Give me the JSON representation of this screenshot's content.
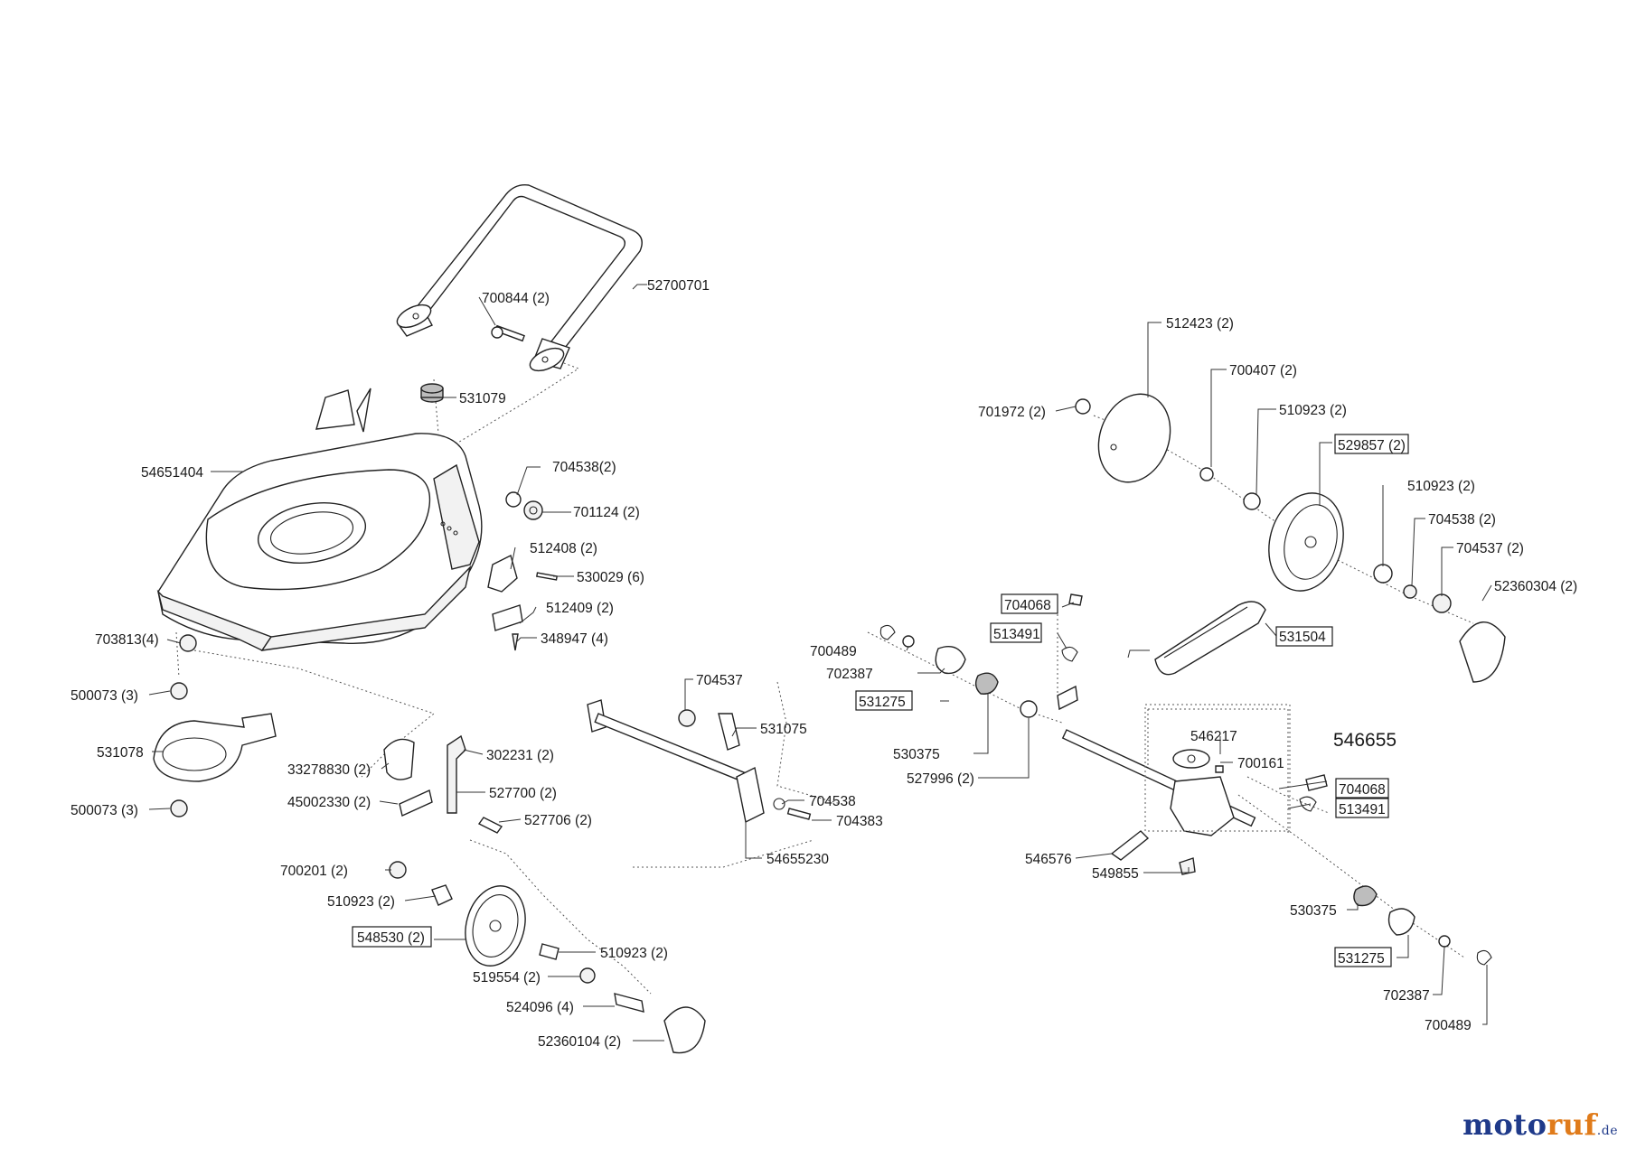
{
  "labels": {
    "l52700701": "52700701",
    "l700844": "700844 (2)",
    "l531079": "531079",
    "l54651404": "54651404",
    "l704538_2a": "704538(2)",
    "l701124": "701124 (2)",
    "l512408": "512408 (2)",
    "l530029": "530029 (6)",
    "l512409": "512409 (2)",
    "l348947": "348947 (4)",
    "l703813": "703813(4)",
    "l500073a": "500073 (3)",
    "l531078": "531078",
    "l500073b": "500073 (3)",
    "l33278830": "33278830 (2)",
    "l302231": "302231 (2)",
    "l45002330": "45002330 (2)",
    "l527700": "527700 (2)",
    "l527706": "527706 (2)",
    "l700201": "700201 (2)",
    "l510923a": "510923 (2)",
    "l548530": "548530 (2)",
    "l510923b": "510923 (2)",
    "l519554": "519554 (2)",
    "l524096": "524096 (4)",
    "l52360104": "52360104 (2)",
    "l704537a": "704537",
    "l531075": "531075",
    "l704538a": "704538",
    "l704383": "704383",
    "l54655230": "54655230",
    "l512423": "512423 (2)",
    "l700407": "700407 (2)",
    "l701972": "701972 (2)",
    "l510923c": "510923 (2)",
    "l529857": "529857 (2)",
    "l510923d": "510923 (2)",
    "l704538_2b": "704538 (2)",
    "l704537_2": "704537 (2)",
    "l52360304": "52360304 (2)",
    "l704068a": "704068",
    "l513491a": "513491",
    "l531504": "531504",
    "l700489a": "700489",
    "l702387a": "702387",
    "l531275a": "531275",
    "l530375a": "530375",
    "l527996": "527996 (2)",
    "l546217": "546217",
    "l546655": "546655",
    "l700161": "700161",
    "l704068b": "704068",
    "l513491b": "513491",
    "l546576": "546576",
    "l549855": "549855",
    "l530375b": "530375",
    "l531275b": "531275",
    "l702387b": "702387",
    "l700489b": "700489"
  },
  "logo": {
    "part1": "moto",
    "part2": "ruf",
    "suffix": ".de"
  }
}
